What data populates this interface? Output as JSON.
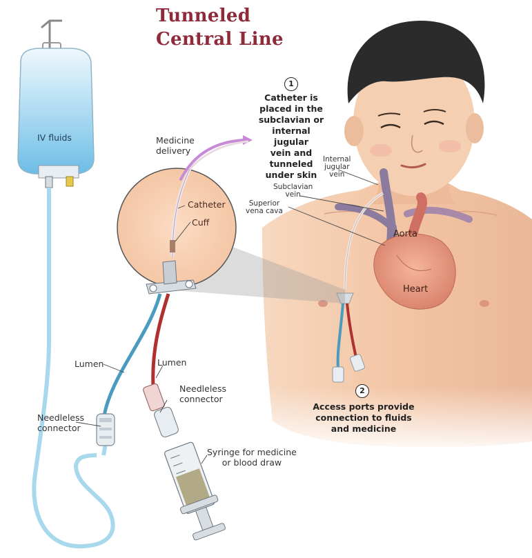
{
  "title": {
    "line1": "Tunneled",
    "line2": "Central Line"
  },
  "callouts": [
    {
      "number": "1",
      "text": [
        "Catheter is",
        "placed in the",
        "subclavian or",
        "internal jugular",
        "vein and tunneled",
        "under skin"
      ]
    },
    {
      "number": "2",
      "text": [
        "Access ports provide",
        "connection to fluids",
        "and medicine"
      ]
    }
  ],
  "labels": {
    "iv_fluids": "IV fluids",
    "medicine_delivery": [
      "Medicine",
      "delivery"
    ],
    "catheter": "Catheter",
    "cuff": "Cuff",
    "internal_jugular_vein": [
      "Internal",
      "jugular",
      "vein"
    ],
    "subclavian_vein": [
      "Subclavian",
      "vein"
    ],
    "superior_vena_cava": [
      "Superior",
      "vena cava"
    ],
    "aorta": "Aorta",
    "heart": "Heart",
    "lumen_left": "Lumen",
    "lumen_right": "Lumen",
    "needleless_connector_left": [
      "Needleless",
      "connector"
    ],
    "needleless_connector_right": [
      "Needleless",
      "connector"
    ],
    "syringe": [
      "Syringe for medicine",
      "or blood draw"
    ]
  },
  "colors": {
    "title": "#8e2a3a",
    "iv_fluid": "#7fc6ea",
    "blue_lumen": "#4a9bc0",
    "red_lumen": "#b03030",
    "skin": "#f3c9a8",
    "hair": "#2b2b2b",
    "vein": "#8b7b9e",
    "heart": "#e79a7e",
    "medicine_arrow": "#c68ad6"
  }
}
